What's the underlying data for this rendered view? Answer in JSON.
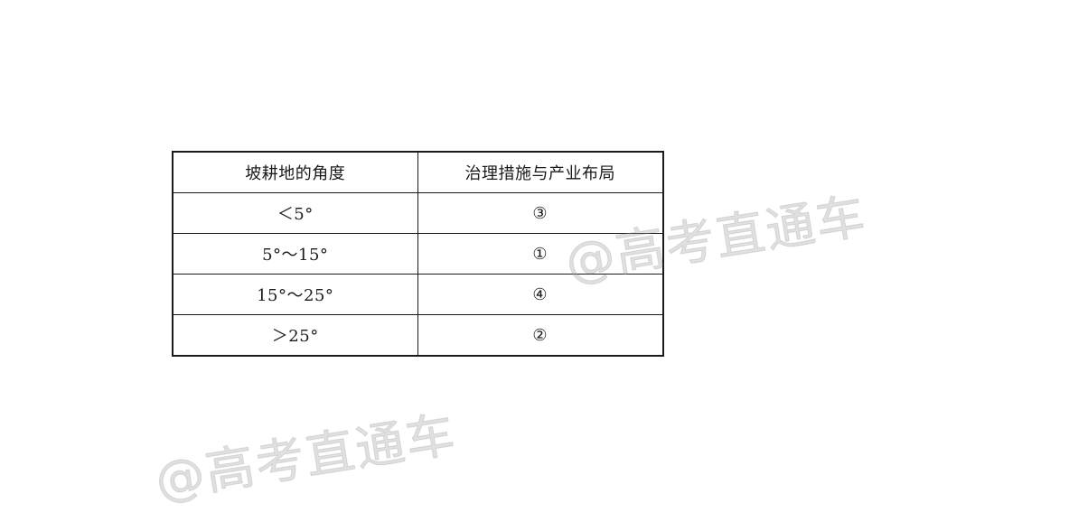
{
  "table": {
    "headers": [
      "坡耕地的角度",
      "治理措施与产业布局"
    ],
    "rows": [
      [
        "＜5°",
        "③"
      ],
      [
        "5°～15°",
        "①"
      ],
      [
        "15°～25°",
        "④"
      ],
      [
        "＞25°",
        "②"
      ]
    ]
  },
  "watermarks": [
    "@高考直通车",
    "@高考直通车"
  ]
}
